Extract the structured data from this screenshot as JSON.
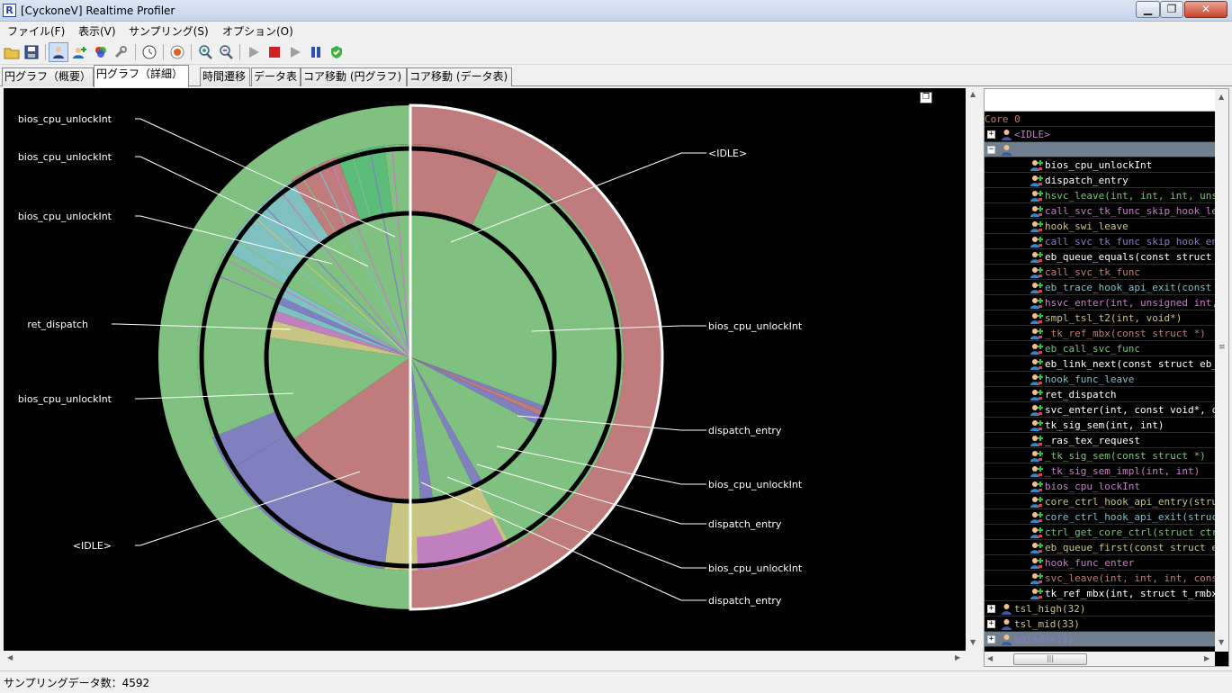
{
  "window": {
    "title": "[CyckoneV] Realtime Profiler",
    "app_icon_letter": "R"
  },
  "menu": [
    "ファイル(F)",
    "表示(V)",
    "サンプリング(S)",
    "オプション(O)"
  ],
  "toolbar_icons": [
    "open-folder-icon",
    "save-icon",
    "person-view-icon",
    "add-user-icon",
    "color-palette-icon",
    "wrench-icon",
    "clock-icon",
    "record-icon",
    "zoom-in-icon",
    "zoom-out-icon",
    "play-icon",
    "stop-icon",
    "step-icon",
    "pause-icon",
    "shield-check-icon"
  ],
  "tabs": [
    {
      "label": "円グラフ（概要）",
      "active": false
    },
    {
      "label": "円グラフ（詳細）",
      "active": true
    },
    {
      "label": "時間遷移",
      "active": false
    },
    {
      "label": "データ表",
      "active": false
    },
    {
      "label": "コア移動 (円グラフ)",
      "active": false
    },
    {
      "label": "コア移動 (データ表)",
      "active": false
    }
  ],
  "chart_data": {
    "type": "pie",
    "left_labels": [
      "bios_cpu_unlockInt",
      "bios_cpu_unlockInt",
      "bios_cpu_unlockInt",
      "ret_dispatch",
      "bios_cpu_unlockInt",
      "<IDLE>"
    ],
    "right_labels": [
      "<IDLE>",
      "bios_cpu_unlockInt",
      "dispatch_entry",
      "bios_cpu_unlockInt",
      "dispatch_entry",
      "bios_cpu_unlockInt",
      "dispatch_entry"
    ],
    "colors": {
      "green": "#80c080",
      "red": "#c07c7c",
      "blue": "#8080c0",
      "cyan": "#7fc0c0",
      "yellow": "#c8c482",
      "magenta": "#c080c0",
      "teal_green": "#5cbd7a"
    }
  },
  "tree": {
    "header": "Core 0",
    "rows": [
      {
        "kind": "task",
        "expander": "+",
        "label": "<IDLE>",
        "color": "#c080c0"
      },
      {
        "kind": "task",
        "expander": "−",
        "label": "",
        "color": "#7ac17a",
        "selected": true
      },
      {
        "kind": "func",
        "label": "bios_cpu_unlockInt",
        "color": "#ffffff"
      },
      {
        "kind": "func",
        "label": "dispatch_entry",
        "color": "#ffffff"
      },
      {
        "kind": "func",
        "label": "hsvc_leave(int, int, int, unsign",
        "color": "#7ac17a"
      },
      {
        "kind": "func",
        "label": "call_svc_tk_func_skip_hook_leav",
        "color": "#c080c0"
      },
      {
        "kind": "func",
        "label": "hook_swi_leave",
        "color": "#c8c482"
      },
      {
        "kind": "func",
        "label": "call_svc_tk_func_skip_hook_ente",
        "color": "#8080c0"
      },
      {
        "kind": "func",
        "label": "eb_queue_equals(const struct eb",
        "color": "#ffffff"
      },
      {
        "kind": "func",
        "label": "call_svc_tk_func",
        "color": "#c07c7c"
      },
      {
        "kind": "func",
        "label": "eb_trace_hook_api_exit(const st",
        "color": "#7fc0c0"
      },
      {
        "kind": "func",
        "label": "hsvc_enter(int, unsigned int, v",
        "color": "#c080c0"
      },
      {
        "kind": "func",
        "label": "smpl_tsl_t2(int, void*)",
        "color": "#c8c482"
      },
      {
        "kind": "func",
        "label": "_tk_ref_mbx(const struct *)",
        "color": "#c07c7c"
      },
      {
        "kind": "func",
        "label": "eb_call_svc_func",
        "color": "#7ac17a"
      },
      {
        "kind": "func",
        "label": "eb_link_next(const struct eb_li",
        "color": "#ffffff"
      },
      {
        "kind": "func",
        "label": "hook_func_leave",
        "color": "#7fc0c0"
      },
      {
        "kind": "func",
        "label": "ret_dispatch",
        "color": "#ffffff"
      },
      {
        "kind": "func",
        "label": "svc_enter(int, const void*, con",
        "color": "#ffffff"
      },
      {
        "kind": "func",
        "label": "tk_sig_sem(int, int)",
        "color": "#ffffff"
      },
      {
        "kind": "func",
        "label": "_ras_tex_request",
        "color": "#ffffff"
      },
      {
        "kind": "func",
        "label": "_tk_sig_sem(const struct *)",
        "color": "#7ac17a"
      },
      {
        "kind": "func",
        "label": "_tk_sig_sem_impl(int, int)",
        "color": "#c080c0"
      },
      {
        "kind": "func",
        "label": "bios_cpu_lockInt",
        "color": "#c080c0"
      },
      {
        "kind": "func",
        "label": "core_ctrl_hook_api_entry(struct",
        "color": "#c8c482"
      },
      {
        "kind": "func",
        "label": "core_ctrl_hook_api_exit(struct",
        "color": "#7fc0c0"
      },
      {
        "kind": "func",
        "label": "ctrl_get_core_ctrl(struct ctrl*",
        "color": "#7ac17a"
      },
      {
        "kind": "func",
        "label": "eb_queue_first(const struct eb_",
        "color": "#c8c482"
      },
      {
        "kind": "func",
        "label": "hook_func_enter",
        "color": "#c080c0"
      },
      {
        "kind": "func",
        "label": "svc_leave(int, int, int, const",
        "color": "#c07c7c"
      },
      {
        "kind": "func",
        "label": "tk_ref_mbx(int, struct t_rmbx*)",
        "color": "#ffffff"
      },
      {
        "kind": "task",
        "expander": "+",
        "label": "tsl_high(32)",
        "color": "#c8c482"
      },
      {
        "kind": "task",
        "expander": "+",
        "label": "tsl_mid(33)",
        "color": "#c8c482"
      },
      {
        "kind": "task",
        "expander": "+",
        "label": "eBinder(3)",
        "color": "#8080c0",
        "selected": true
      }
    ]
  },
  "status": {
    "text": "サンプリングデータ数：4592"
  }
}
